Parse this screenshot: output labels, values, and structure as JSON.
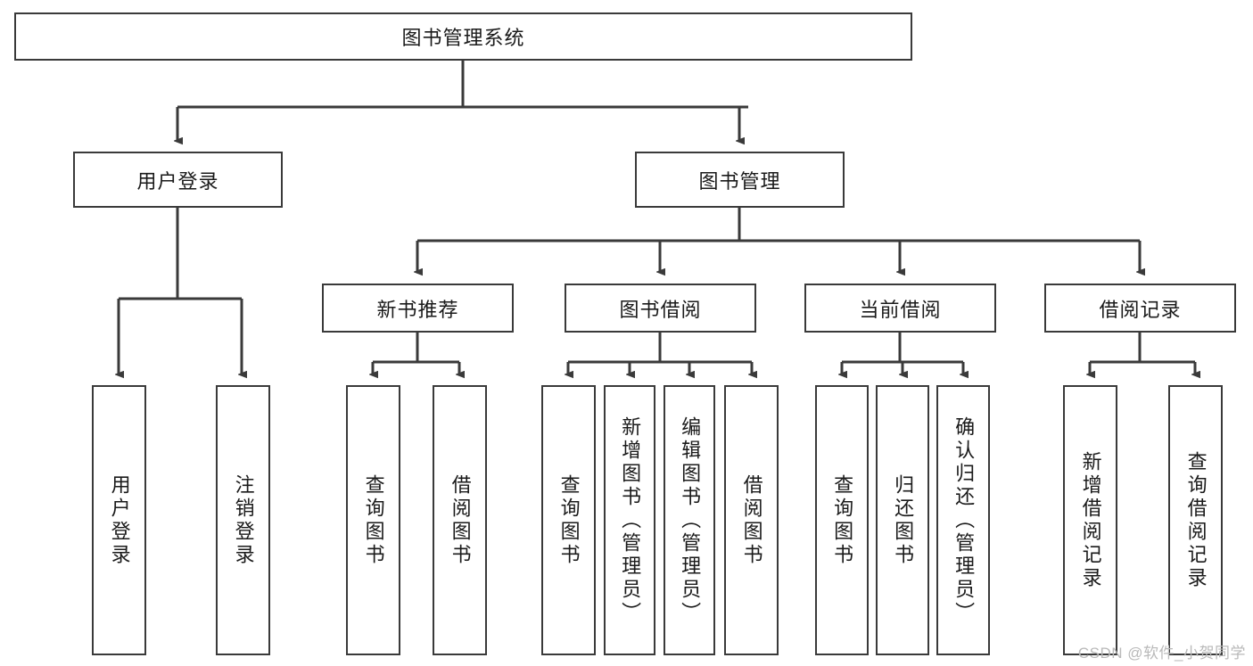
{
  "diagram": {
    "title": "图书管理系统",
    "type": "tree-hierarchy",
    "root": {
      "label": "图书管理系统"
    },
    "level1": [
      {
        "label": "用户登录"
      },
      {
        "label": "图书管理"
      }
    ],
    "level2": [
      {
        "label": "新书推荐"
      },
      {
        "label": "图书借阅"
      },
      {
        "label": "当前借阅"
      },
      {
        "label": "借阅记录"
      }
    ],
    "leaves": {
      "user_login": [
        {
          "label": "用户登录"
        },
        {
          "label": "注销登录"
        }
      ],
      "new_book_recommend": [
        {
          "label": "查询图书"
        },
        {
          "label": "借阅图书"
        }
      ],
      "book_borrow": [
        {
          "label": "查询图书"
        },
        {
          "label": "新增图书（管理员）"
        },
        {
          "label": "编辑图书（管理员）"
        },
        {
          "label": "借阅图书"
        }
      ],
      "current_borrow": [
        {
          "label": "查询图书"
        },
        {
          "label": "归还图书"
        },
        {
          "label": "确认归还（管理员）"
        }
      ],
      "borrow_record": [
        {
          "label": "新增借阅记录"
        },
        {
          "label": "查询借阅记录"
        }
      ]
    }
  },
  "watermark": {
    "text": "CSDN @软件_小贺同学"
  },
  "colors": {
    "stroke": "#3a3a3a",
    "text": "#1a1a1a",
    "background": "#ffffff",
    "watermark": "#b9b9b9"
  }
}
